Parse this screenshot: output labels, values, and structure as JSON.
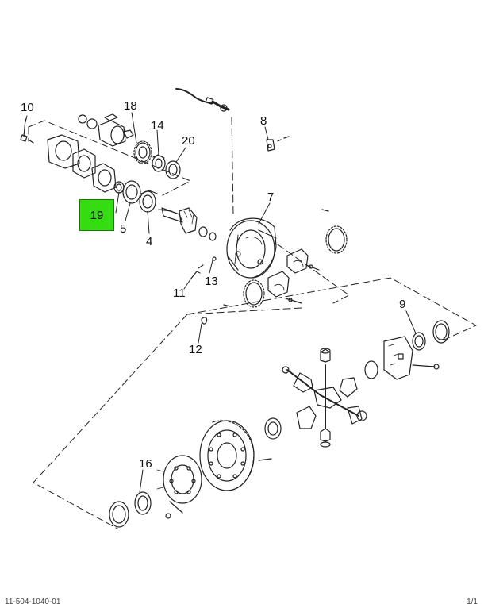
{
  "diagram": {
    "highlight_color": "#33dd11",
    "line_color": "#222222",
    "callouts": {
      "c10": "10",
      "c18": "18",
      "c14": "14",
      "c20": "20",
      "c19": "19",
      "c5": "5",
      "c4": "4",
      "c8": "8",
      "c7": "7",
      "c11": "11",
      "c13": "13",
      "c12": "12",
      "c9": "9",
      "c16": "16"
    },
    "footer": {
      "code": "11-504-1040-01",
      "page": "1/1"
    }
  }
}
